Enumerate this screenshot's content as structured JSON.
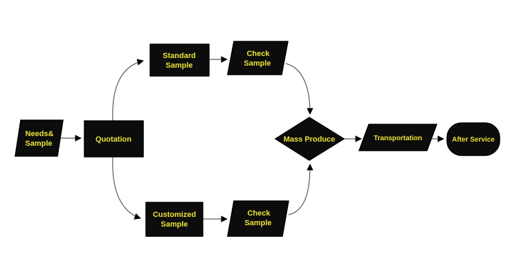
{
  "diagram": {
    "type": "flowchart",
    "background_color": "#ffffff",
    "node_fill_color": "#0c0c0c",
    "label_color": "#ece33a",
    "connector_color": "#5a5a5a",
    "arrowhead_color": "#000000",
    "nodes": {
      "needs_sample": {
        "shape": "parallelogram",
        "label_line1": "Needs&",
        "label_line2": "Sample"
      },
      "quotation": {
        "shape": "rectangle",
        "label": "Quotation"
      },
      "standard_sample": {
        "shape": "rectangle",
        "label_line1": "Standard",
        "label_line2": "Sample"
      },
      "check_sample_top": {
        "shape": "parallelogram",
        "label_line1": "Check",
        "label_line2": "Sample"
      },
      "customized_sample": {
        "shape": "rectangle",
        "label_line1": "Customized",
        "label_line2": "Sample"
      },
      "check_sample_bottom": {
        "shape": "parallelogram",
        "label_line1": "Check",
        "label_line2": "Sample"
      },
      "mass_produce": {
        "shape": "diamond",
        "label": "Mass Produce"
      },
      "transportation": {
        "shape": "parallelogram",
        "label": "Transportation"
      },
      "after_service": {
        "shape": "terminator",
        "label": "After Service"
      }
    },
    "edges": [
      {
        "from": "needs_sample",
        "to": "quotation"
      },
      {
        "from": "quotation",
        "to": "standard_sample"
      },
      {
        "from": "quotation",
        "to": "customized_sample"
      },
      {
        "from": "standard_sample",
        "to": "check_sample_top"
      },
      {
        "from": "customized_sample",
        "to": "check_sample_bottom"
      },
      {
        "from": "check_sample_top",
        "to": "mass_produce"
      },
      {
        "from": "check_sample_bottom",
        "to": "mass_produce"
      },
      {
        "from": "mass_produce",
        "to": "transportation"
      },
      {
        "from": "transportation",
        "to": "after_service"
      }
    ]
  }
}
